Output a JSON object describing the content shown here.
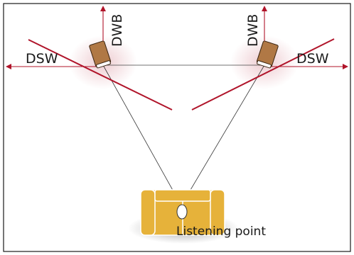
{
  "labels": {
    "dsw_left": "DSW",
    "dsw_right": "DSW",
    "dwb_left": "DWB",
    "dwb_right": "DWB",
    "listening_point": "Listening point"
  },
  "colors": {
    "border": "#1a1a1a",
    "guide_line": "#b0142a",
    "speaker_fill": "#b07845",
    "speaker_stroke": "#3a2410",
    "couch_fill": "#e6b23a",
    "couch_stroke": "#ffffff",
    "thin_line": "#333333"
  }
}
